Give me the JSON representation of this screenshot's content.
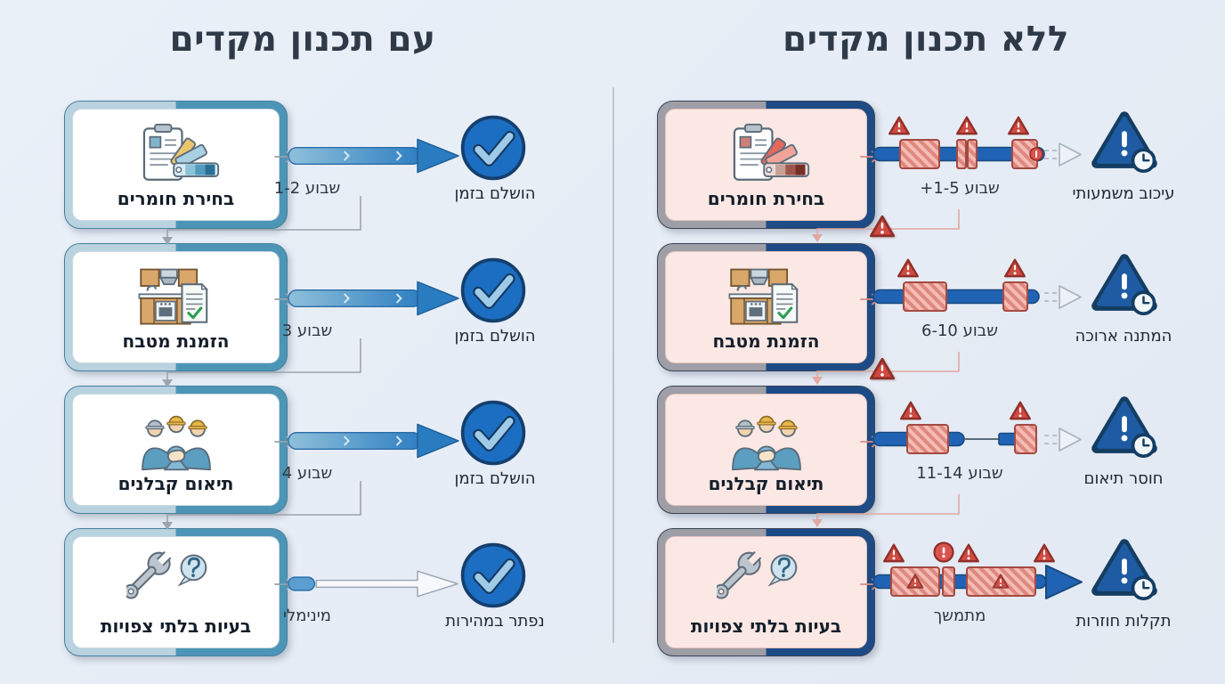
{
  "with_planning": {
    "title": "עם תכנון מקדים",
    "steps": [
      {
        "label": "בחירת חומרים",
        "duration": "שבוע 1-2",
        "result": "הושלם בזמן"
      },
      {
        "label": "הזמנת מטבח",
        "duration": "שבוע 3",
        "result": "הושלם בזמן"
      },
      {
        "label": "תיאום קבלנים",
        "duration": "שבוע 4",
        "result": "הושלם בזמן"
      },
      {
        "label": "בעיות בלתי צפויות",
        "duration": "מינימלי",
        "result": "נפתר במהירות"
      }
    ]
  },
  "without_planning": {
    "title": "ללא תכנון מקדים",
    "steps": [
      {
        "label": "בחירת חומרים",
        "duration": "שבוע 1-5+",
        "result": "עיכוב משמעותי"
      },
      {
        "label": "הזמנת מטבח",
        "duration": "שבוע 6-10",
        "result": "המתנה ארוכה"
      },
      {
        "label": "תיאום קבלנים",
        "duration": "שבוע 11-14",
        "result": "חוסר תיאום"
      },
      {
        "label": "בעיות בלתי צפויות",
        "duration": "מתמשך",
        "result": "תקלות חוזרות"
      }
    ]
  },
  "icons": {
    "step_icons": [
      "clipboard-color-swatches",
      "kitchen-order-document",
      "contractors-handshake",
      "wrench-question"
    ],
    "success_icon": "check-circle",
    "delay_icon": "warning-triangle-clock",
    "hazard_icon": "warning-triangle"
  },
  "colors": {
    "background": "#e8edf5",
    "title_text": "#2f3a49",
    "success_blue": "#1b6ec2",
    "delay_navy": "#1e5ba3",
    "warning_red": "#cf4a40",
    "timeline_blue": "#2063b4",
    "planned_card_accent": "#4c95b6",
    "unplanned_card_accent": "#1d4b86",
    "unplanned_card_bg": "#fbe8e4"
  }
}
